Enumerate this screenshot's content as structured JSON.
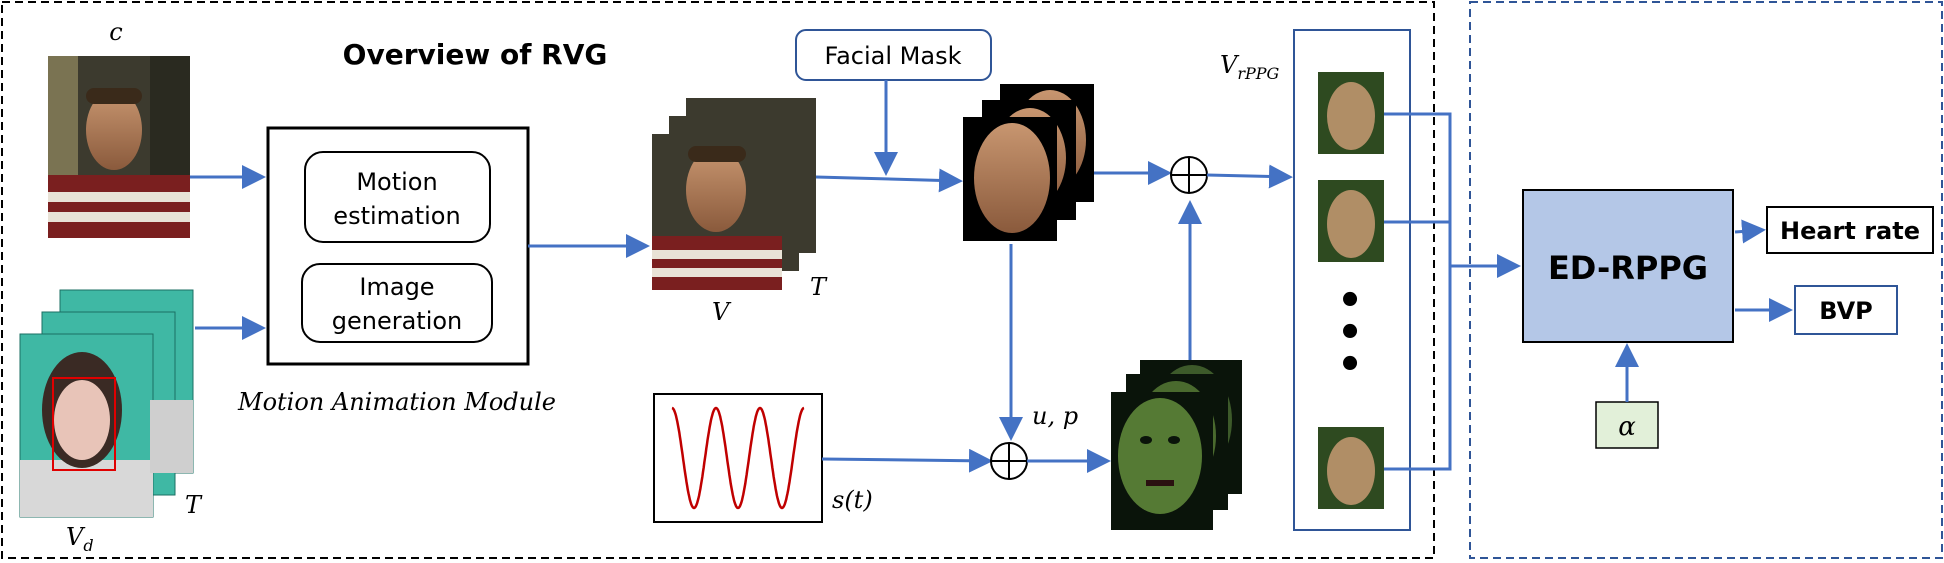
{
  "title": "Overview of RVG",
  "labels": {
    "motion_estimation": [
      "Motion",
      "estimation"
    ],
    "image_generation": [
      "Image",
      "generation"
    ],
    "motion_animation_module": "Motion Animation Module",
    "facial_mask": "Facial Mask",
    "ed_rppg": "ED-RPPG",
    "heart_rate": "Heart rate",
    "bvp": "BVP",
    "dots": "•"
  },
  "math": {
    "c": "c",
    "V_d_base": "V",
    "V_d_sub": "d",
    "T": "T",
    "V": "V",
    "u_p": "u, p",
    "s_t": "s(t)",
    "V_rppg_base": "V",
    "V_rppg_sub": "rPPG",
    "alpha": "α"
  },
  "colors": {
    "arrow": "#4472c4",
    "frame": "#2f5597",
    "ed_rppg_fill": "#b4c7e7",
    "alpha_fill": "#e2f0d9",
    "wave": "#c00000",
    "teal_bg": "#3fb8a4"
  }
}
